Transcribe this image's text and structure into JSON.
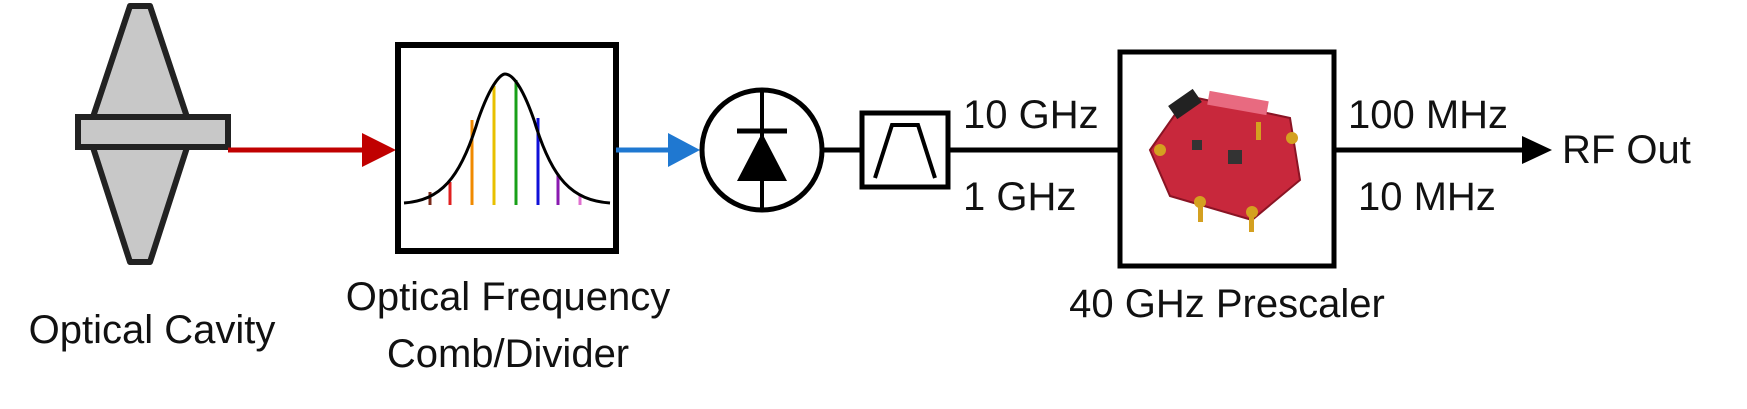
{
  "labels": {
    "optical_cavity": "Optical Cavity",
    "comb_line1": "Optical Frequency",
    "comb_line2": "Comb/Divider",
    "freq_in_top": "10 GHz",
    "freq_in_bottom": "1 GHz",
    "prescaler": "40 GHz Prescaler",
    "freq_out_top": "100 MHz",
    "freq_out_bottom": "10 MHz",
    "rf_out": "RF Out"
  },
  "icons": {
    "cavity": "optical-cavity-icon",
    "comb": "frequency-comb-icon",
    "photodiode": "photodiode-icon",
    "filter": "bandpass-filter-icon",
    "prescaler_board": "prescaler-board-icon"
  },
  "colors": {
    "laser_beam": "#c00000",
    "optical_output": "#1f78d1",
    "line": "#000000",
    "cavity_fill": "#c8c8c8",
    "board": "#c8283c",
    "comb_teeth": [
      "#7a2a1a",
      "#e02020",
      "#f08a00",
      "#e8c000",
      "#18a018",
      "#1010d8",
      "#8a1ab0",
      "#e070d0"
    ]
  }
}
